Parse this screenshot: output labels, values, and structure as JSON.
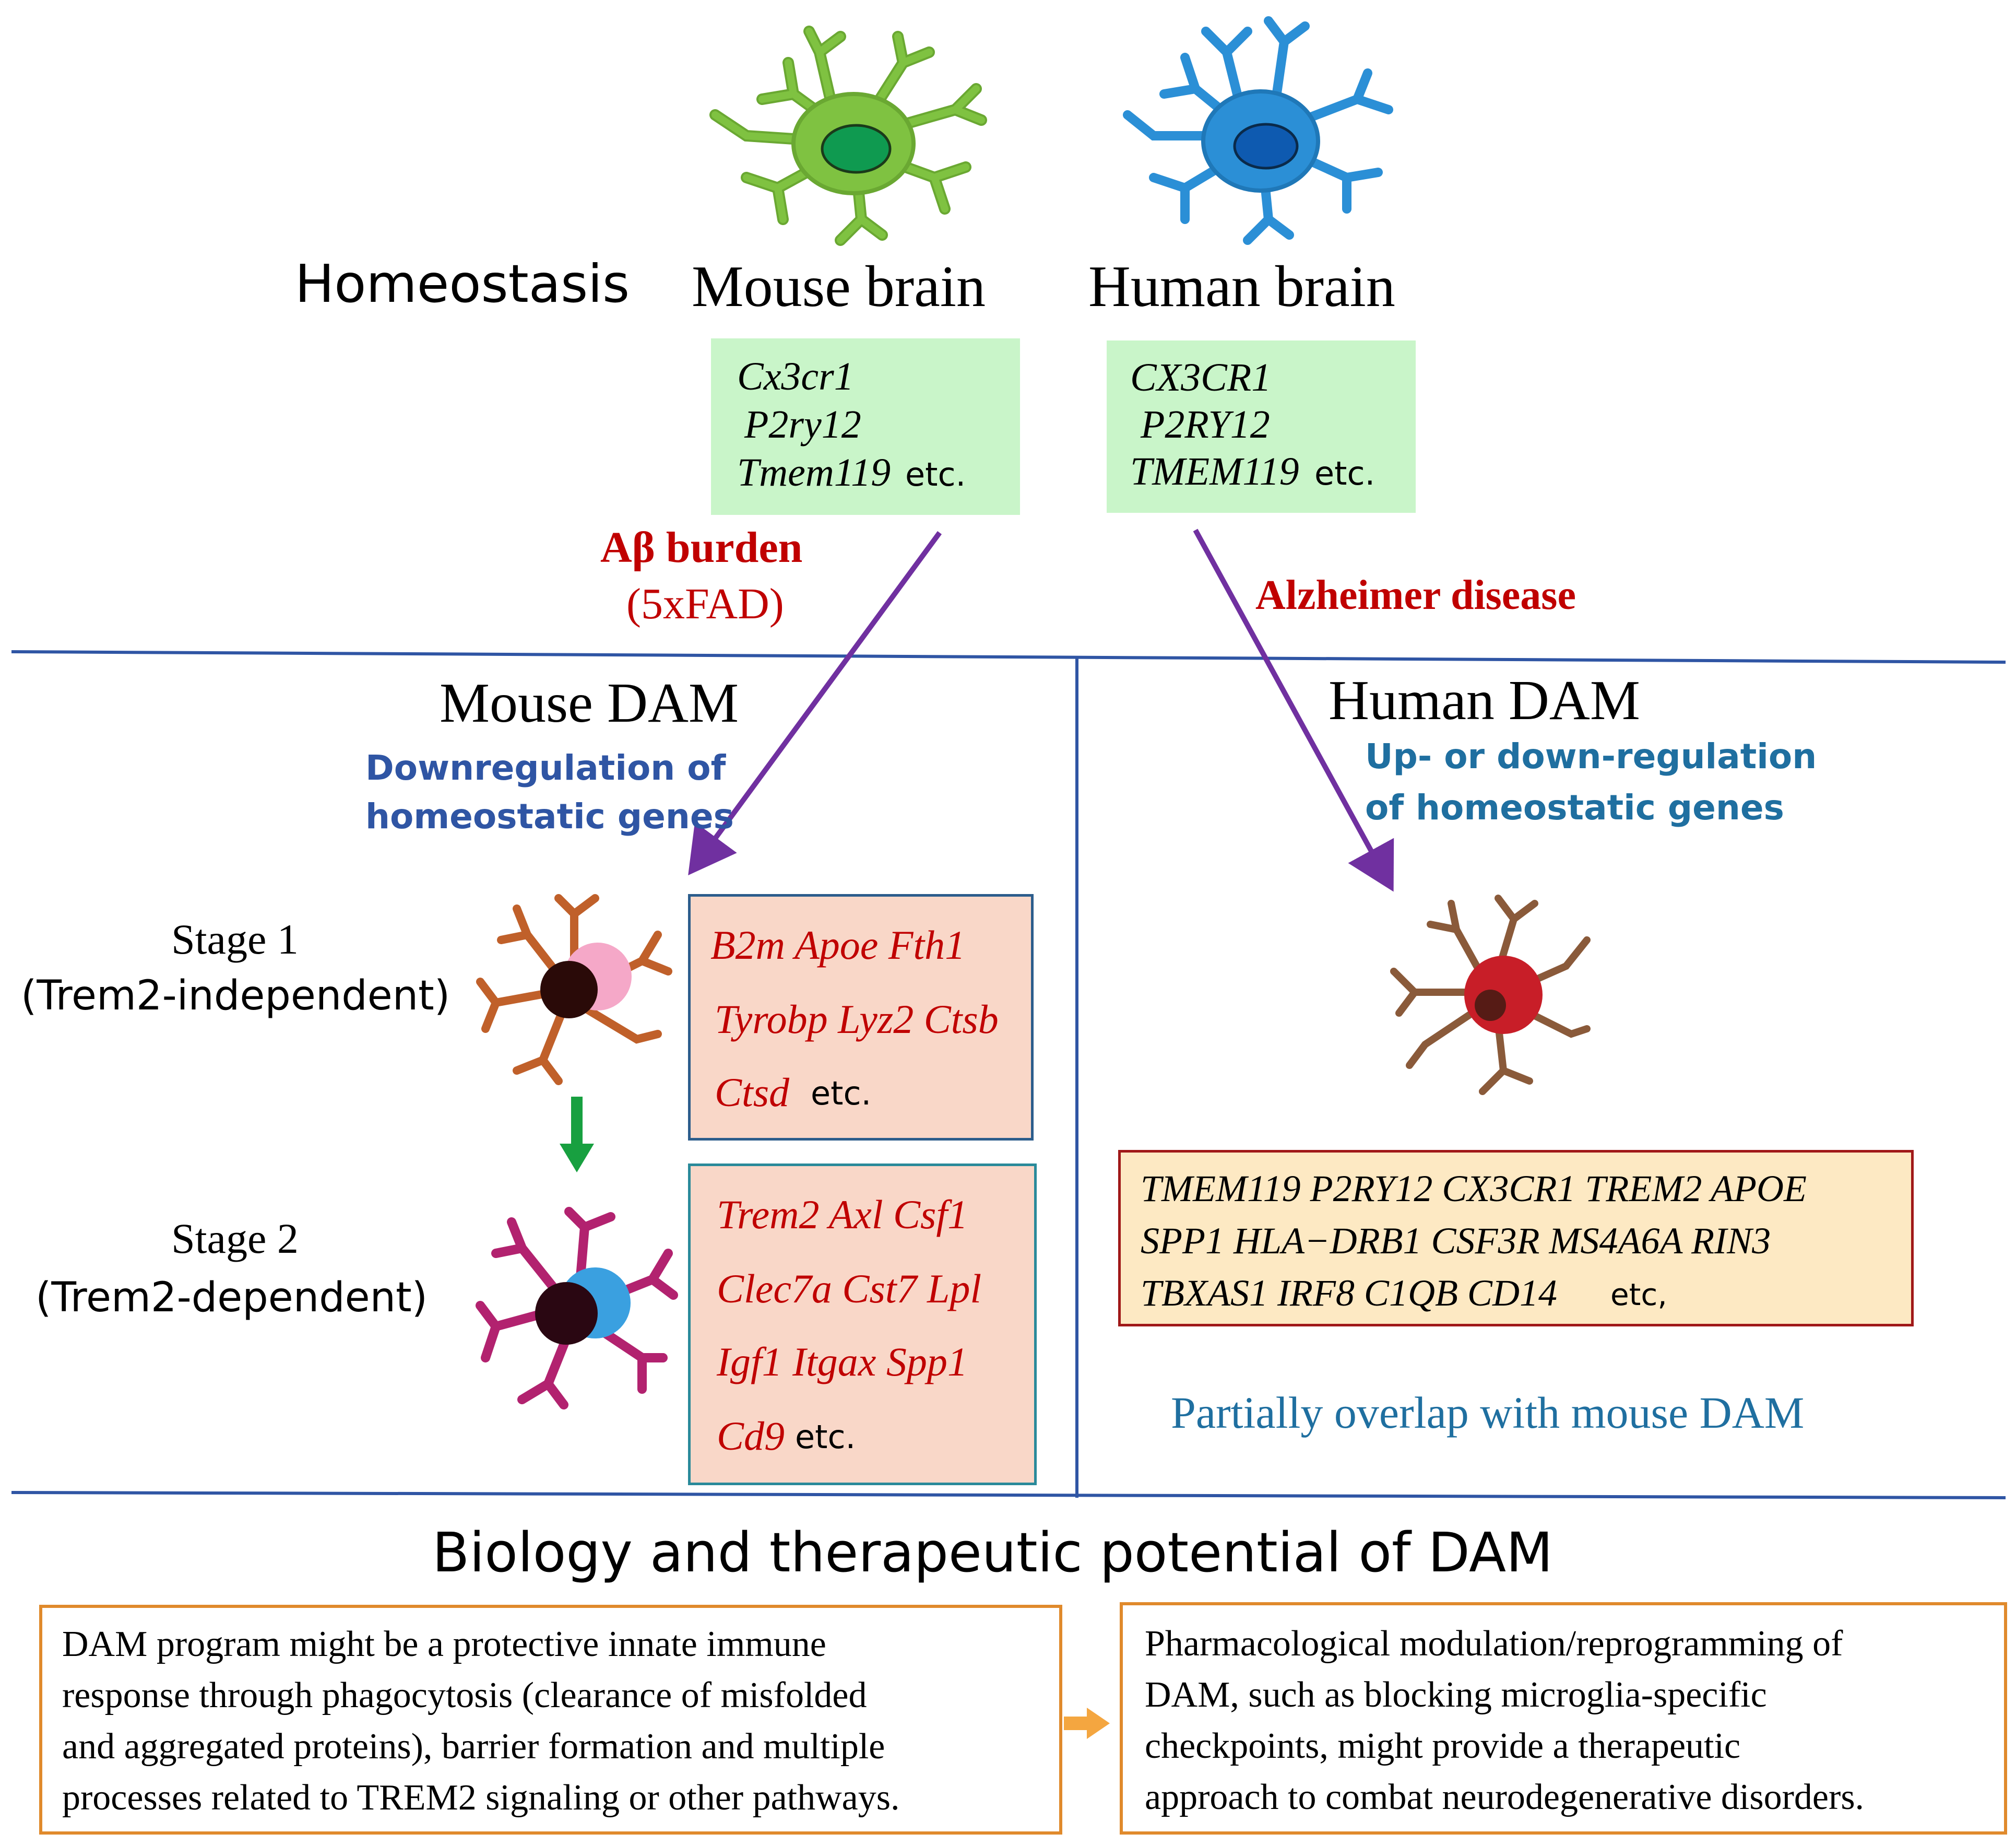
{
  "colors": {
    "divider": "#2f55a4",
    "arrow": "#7030a0",
    "red_label": "#c00000",
    "blue_label": "#2f55a4",
    "teal_label": "#1f6fa0",
    "green_box": "#c9f5c9",
    "salmon_box": "#f9d7c8",
    "stage1_box_border": "#2c5d8c",
    "stage2_box_border": "#2a8a9a",
    "human_box_fill": "#fde9c3",
    "human_box_border": "#a01818",
    "orange_border": "#e08a2c",
    "green_arrow": "#18a040",
    "mouse_cell": "#7fc241",
    "human_cell": "#2b8fd6",
    "stage1_cell": "#c0602a",
    "stage2_cell": "#b2226f",
    "human_dam_cell": "#8a5a3a"
  },
  "top": {
    "homeostasis": "Homeostasis",
    "mouse_brain": "Mouse brain",
    "human_brain": "Human brain",
    "mouse_genes": [
      "Cx3cr1",
      "P2ry12",
      "Tmem119"
    ],
    "human_genes": [
      "CX3CR1",
      "P2RY12",
      "TMEM119"
    ],
    "etc": "etc.",
    "ab_burden": "Aβ burden",
    "fad": "(5xFAD)",
    "alzheimer": "Alzheimer disease"
  },
  "mouse_dam": {
    "title": "Mouse DAM",
    "subtitle_1": "Downregulation of",
    "subtitle_2": "homeostatic genes",
    "stage1_title": "Stage 1",
    "stage1_sub": "(Trem2-independent)",
    "stage2_title": "Stage 2",
    "stage2_sub": "(Trem2-dependent)",
    "stage1_genes": [
      "B2m Apoe Fth1",
      "Tyrobp Lyz2 Ctsb",
      "Ctsd"
    ],
    "stage2_genes": [
      "Trem2 Axl Csf1",
      "Clec7a Cst7 Lpl",
      "Igf1 Itgax Spp1",
      "Cd9"
    ],
    "etc": "etc."
  },
  "human_dam": {
    "title": "Human DAM",
    "subtitle_1": "Up- or down-regulation",
    "subtitle_2": "of homeostatic genes",
    "genes": [
      "TMEM119 P2RY12 CX3CR1 TREM2 APOE",
      "SPP1 HLA−DRB1 CSF3R MS4A6A RIN3",
      "TBXAS1 IRF8 C1QB CD14"
    ],
    "etc": "etc,",
    "overlap": "Partially  overlap with mouse DAM"
  },
  "bottom": {
    "title": "Biology and therapeutic potential of DAM",
    "left_lines": [
      "DAM program might  be a protective  innate  immune",
      "response through  phagocytosis  (clearance  of misfolded",
      "and aggregated  proteins), barrier formation  and multiple",
      "processes related to TREM2  signaling   or other pathways."
    ],
    "right_lines": [
      "Pharmacological  modulation/reprogramming  of",
      "DAM, such as blocking  microglia-specific",
      "checkpoints,  might  provide  a therapeutic",
      "approach to combat neurodegenerative  disorders."
    ]
  }
}
